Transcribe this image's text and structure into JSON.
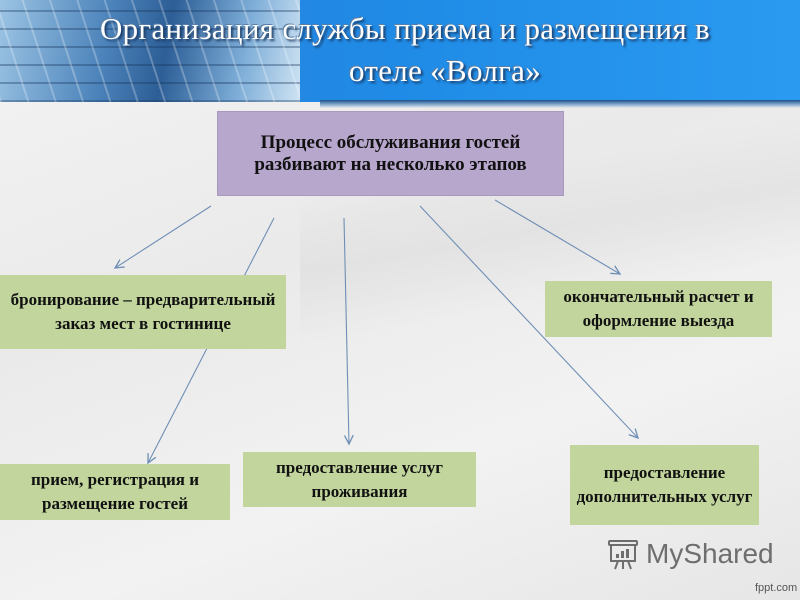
{
  "header": {
    "title_line1": "Организация службы приема и размещения в",
    "title_line2": "отеле «Волга»"
  },
  "diagram": {
    "root": "Процесс обслуживания гостей разбивают на несколько этапов",
    "stages": [
      {
        "id": "booking",
        "text": "бронирование – предварительный заказ мест в гостинице"
      },
      {
        "id": "checkout",
        "text": "окончательный расчет и оформление выезда"
      },
      {
        "id": "reception",
        "text": "прием, регистрация и размещение гостей"
      },
      {
        "id": "accommodation",
        "text": "предоставление услуг проживания"
      },
      {
        "id": "additional",
        "text": "предоставление дополнительных услуг"
      }
    ],
    "colors": {
      "root_box": "#b7a7cc",
      "stage_box": "#c2d59d",
      "arrow": "#6f8fb5",
      "header": "#1f8be6"
    }
  },
  "watermark": {
    "logo_text": "MyShared",
    "icon": "presentation-board-icon",
    "site": "fppt.com"
  }
}
